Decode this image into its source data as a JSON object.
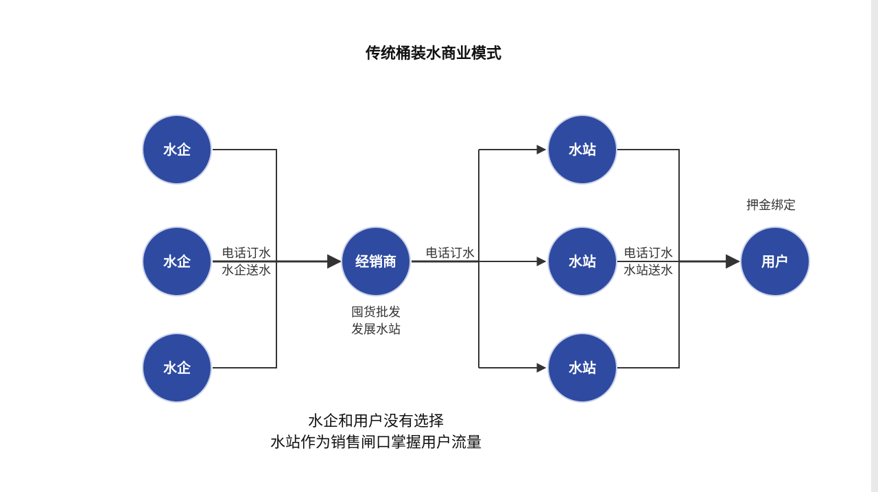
{
  "title": "传统桶装水商业模式",
  "nodes": {
    "enterprise_1": "水企",
    "enterprise_2": "水企",
    "enterprise_3": "水企",
    "distributor": "经销商",
    "station_1": "水站",
    "station_2": "水站",
    "station_3": "水站",
    "user": "用户"
  },
  "edge_labels": {
    "enterprise_to_distributor": [
      "电话订水",
      "水企送水"
    ],
    "distributor_to_station": "电话订水",
    "station_to_user": [
      "电话订水",
      "水站送水"
    ]
  },
  "notes": {
    "distributor_note": [
      "囤货批发",
      "发展水站"
    ],
    "user_note": "押金绑定"
  },
  "summary": [
    "水企和用户没有选择",
    "水站作为销售闸口掌握用户流量"
  ],
  "colors": {
    "node_fill": "#2e4aa1",
    "line": "#333333"
  }
}
